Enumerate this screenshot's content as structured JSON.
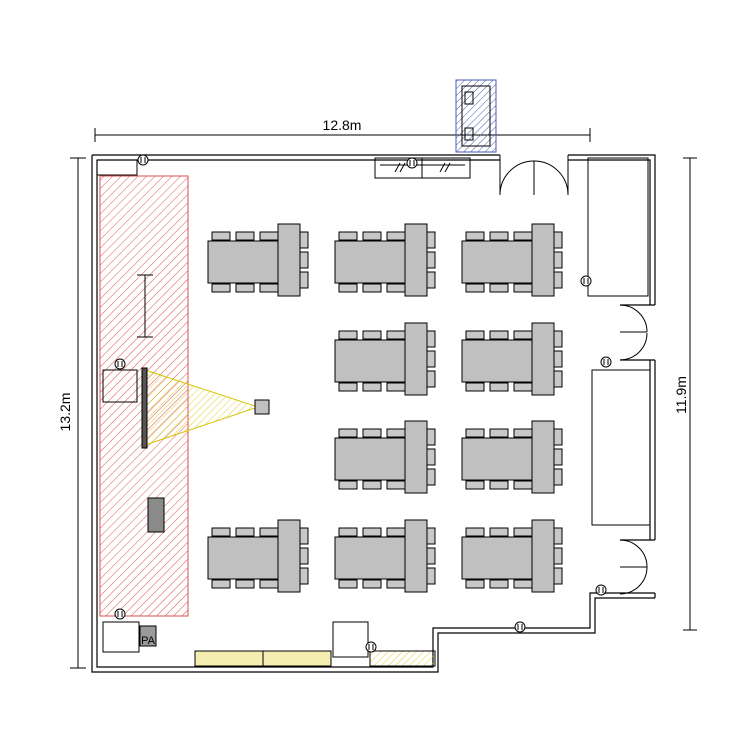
{
  "dimensions": {
    "width_label": "12.8m",
    "height_label": "13.2m",
    "right_label": "11.9m"
  },
  "labels": {
    "pa": "PA"
  },
  "colors": {
    "stage_hatch": "#d9534f",
    "projection_fill": "#fff6b0",
    "desk_fill": "#f4efb0",
    "furniture": "#c0c0c0",
    "blue_hatch": "#4a5ab0"
  }
}
